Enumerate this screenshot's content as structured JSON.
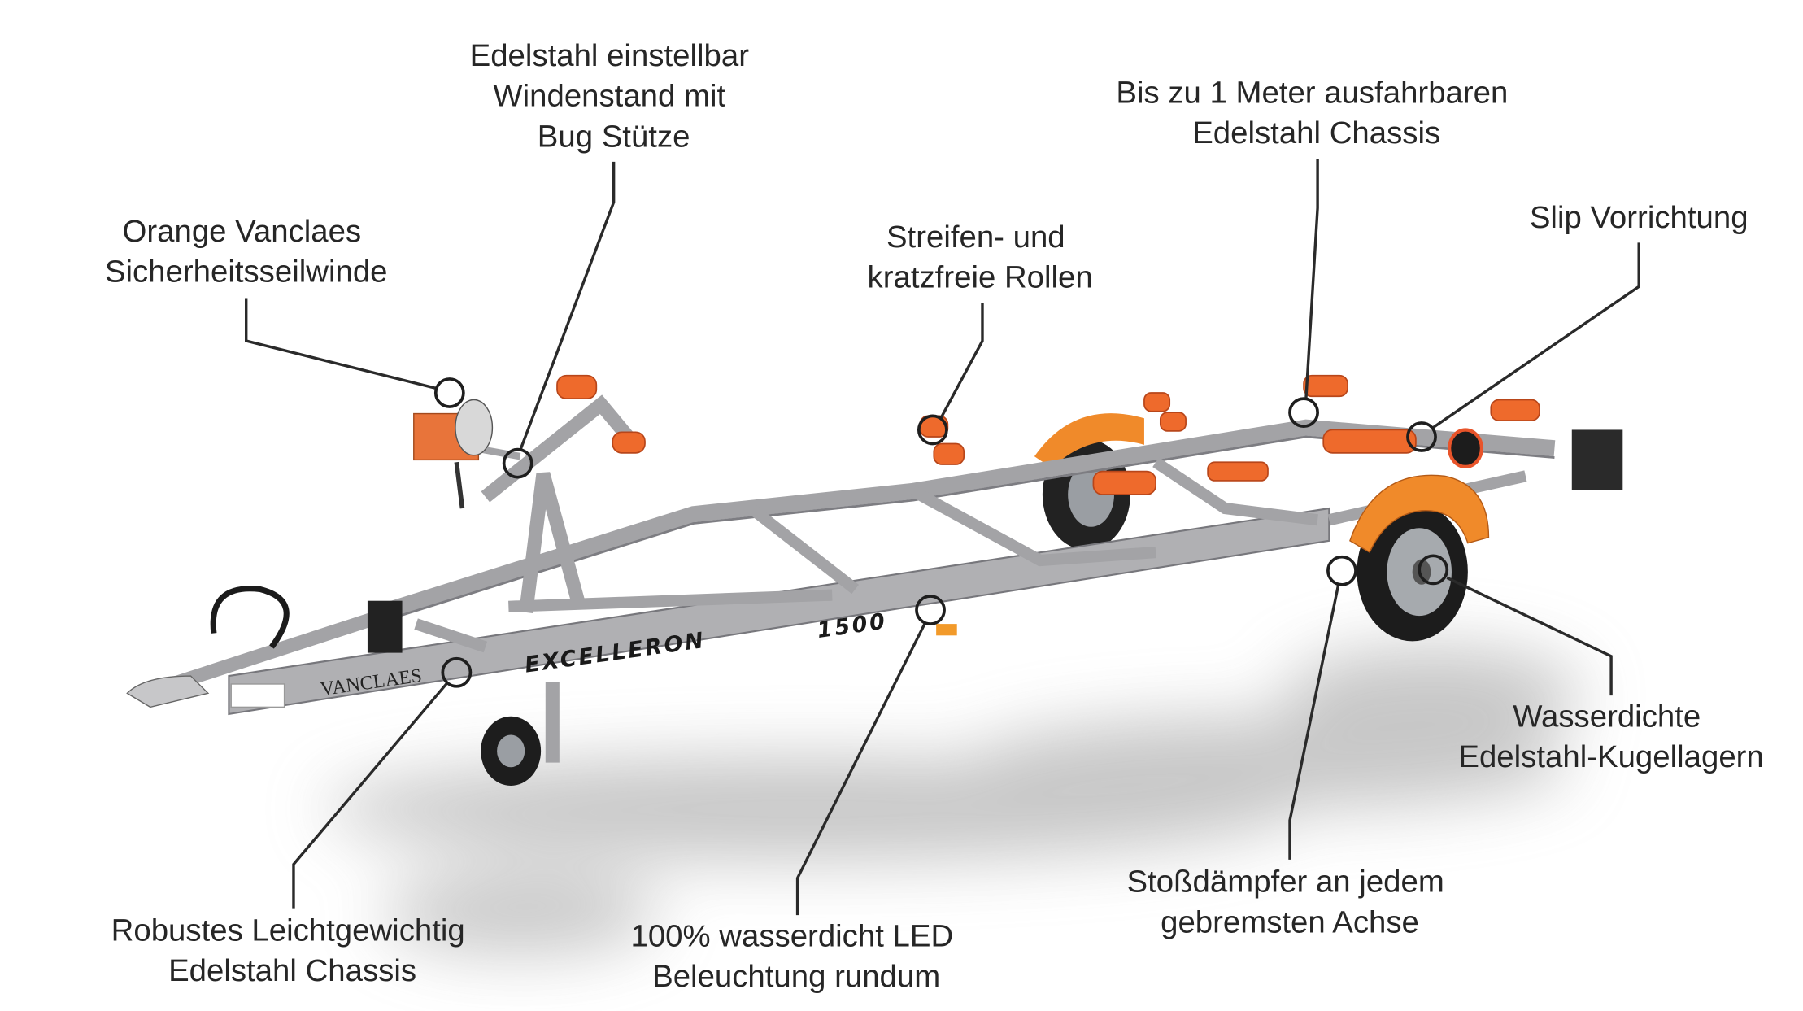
{
  "product": {
    "brand_print": "VANCLAES",
    "model_print": "EXCELLERON",
    "model_number_print": "1500"
  },
  "colors": {
    "accent_orange": "#ee6a2c",
    "frame_steel": "#a3a3a6",
    "text": "#262626",
    "leader_lines": "#2a2a2a"
  },
  "callouts": [
    {
      "id": "winch-stand",
      "lines": [
        "Edelstahl einstellbar",
        "Windenstand mit",
        "Bug Stütze"
      ]
    },
    {
      "id": "winch",
      "lines": [
        "Orange Vanclaes",
        "Sicherheitsseilwinde"
      ]
    },
    {
      "id": "rollers",
      "lines": [
        "Streifen- und",
        "kratzfreie Rollen"
      ]
    },
    {
      "id": "extendable-chassis",
      "lines": [
        "Bis zu 1 Meter ausfahrbaren",
        "Edelstahl Chassis"
      ]
    },
    {
      "id": "slip",
      "lines": [
        "Slip Vorrichtung"
      ]
    },
    {
      "id": "bearings",
      "lines": [
        "Wasserdichte",
        "Edelstahl-Kugellagern"
      ]
    },
    {
      "id": "shock-absorbers",
      "lines": [
        "Stoßdämpfer an jedem",
        "gebremsten Achse"
      ]
    },
    {
      "id": "led",
      "lines": [
        "100% wasserdicht LED",
        "Beleuchtung rundum"
      ]
    },
    {
      "id": "chassis",
      "lines": [
        "Robustes Leichtgewichtig",
        "Edelstahl Chassis"
      ]
    }
  ]
}
